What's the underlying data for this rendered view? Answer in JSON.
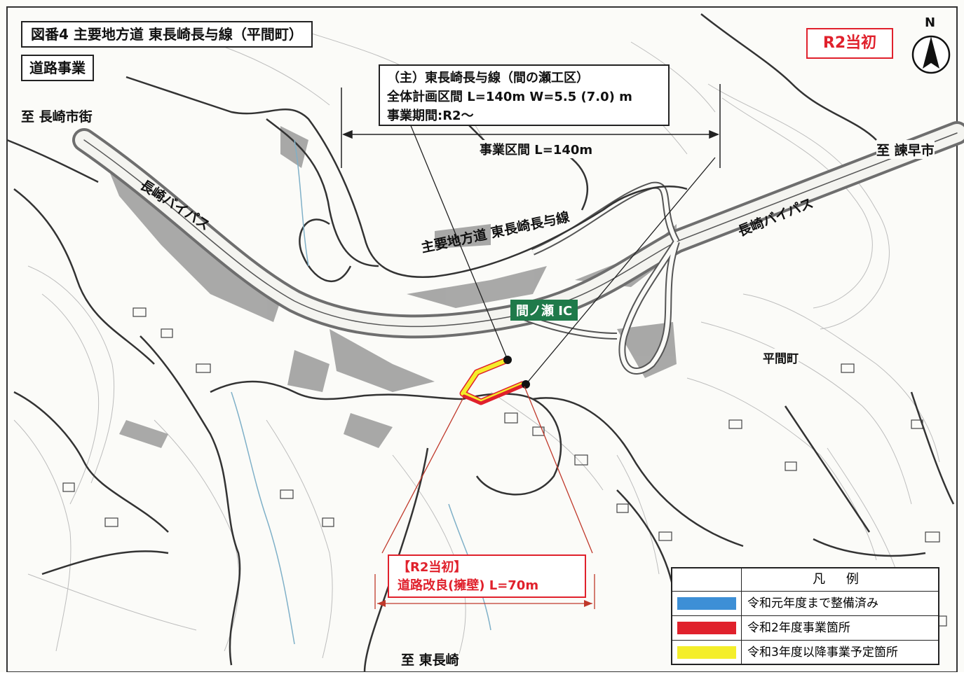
{
  "title": "図番4 主要地方道 東長崎長与線（平間町）",
  "category": "道路事業",
  "badge": "R2当初",
  "north": "N",
  "info_box": {
    "line1": "（主）東長崎長与線（間の瀬工区）",
    "line2": "全体計画区間 L=140m W=5.5 (7.0) m",
    "line3": "事業期間:R2～"
  },
  "span_label": "事業区間 L=140m",
  "places": {
    "to_nagasaki": "至 長崎市街",
    "to_isahaya": "至 諫早市",
    "to_higashinagasaki": "至 東長崎",
    "bypass_left": "長崎バイパス",
    "bypass_right": "長崎バイパス",
    "road_name": "主要地方道 東長崎長与線",
    "town": "平間町"
  },
  "interchange": "間ノ瀬 IC",
  "callout": {
    "line1": "【R2当初】",
    "line2": "道路改良(擁壁) L=70m"
  },
  "legend": {
    "title": "凡 例",
    "items": [
      {
        "label": "令和元年度まで整備済み",
        "color": "#3d8fd6"
      },
      {
        "label": "令和2年度事業箇所",
        "color": "#e0212c"
      },
      {
        "label": "令和3年度以降事業予定箇所",
        "color": "#f4ee2a"
      }
    ]
  },
  "colors": {
    "accent_red": "#e0212c",
    "ic_green": "#1f7a4a",
    "road_gray": "#8f8f8f"
  }
}
